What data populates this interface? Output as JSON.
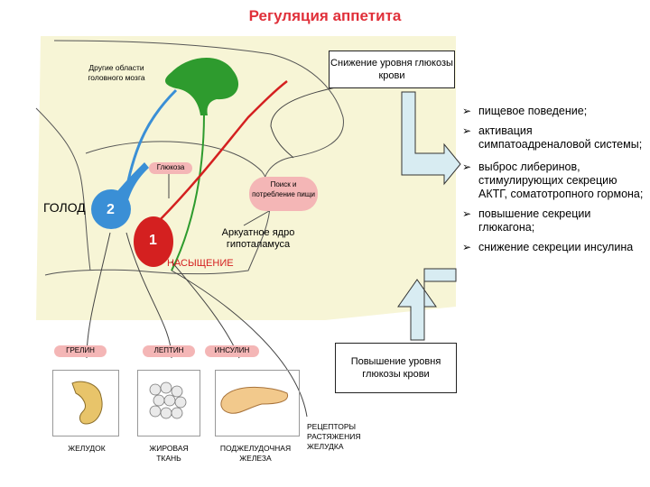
{
  "title": "Регуляция аппетита",
  "labels": {
    "other_brain": "Другие области головного мозга",
    "glucose_drop": "Снижение уровня глюкозы крови",
    "glucose_pill": "Глюкоза",
    "search_food": "Поиск и потребление пищи",
    "hunger": "ГОЛОД",
    "neuron_2": "2",
    "neuron_1": "1",
    "arcuate": "Аркуатное ядро гипоталамуса",
    "satiety": "НАСЫЩЕНИЕ",
    "ghrelin": "ГРЕЛИН",
    "leptin": "ЛЕПТИН",
    "insulin": "ИНСУЛИН",
    "glucose_rise": "Повышение уровня глюкозы крови",
    "stomach": "ЖЕЛУДОК",
    "adipose": "ЖИРОВАЯ ТКАНЬ",
    "pancreas": "ПОДЖЕЛУДОЧНАЯ ЖЕЛЕЗА",
    "receptors": "РЕЦЕПТОРЫ РАСТЯЖЕНИЯ ЖЕЛУДКА"
  },
  "effects": [
    "пищевое поведение;",
    "активация симпатоадреналовой системы;",
    "выброс либеринов, стимулирующих секрецию АКТГ, соматотропного гормона;",
    "повышение секреции глюкагона;",
    "снижение секреции инсулина"
  ],
  "colors": {
    "title": "#e0303a",
    "background_region": "#f7f5d6",
    "green_neuron": "#2e9b2e",
    "blue_neuron": "#3a8fd6",
    "red_neuron": "#d42020",
    "arrow_fill": "#d8ecf2"
  }
}
